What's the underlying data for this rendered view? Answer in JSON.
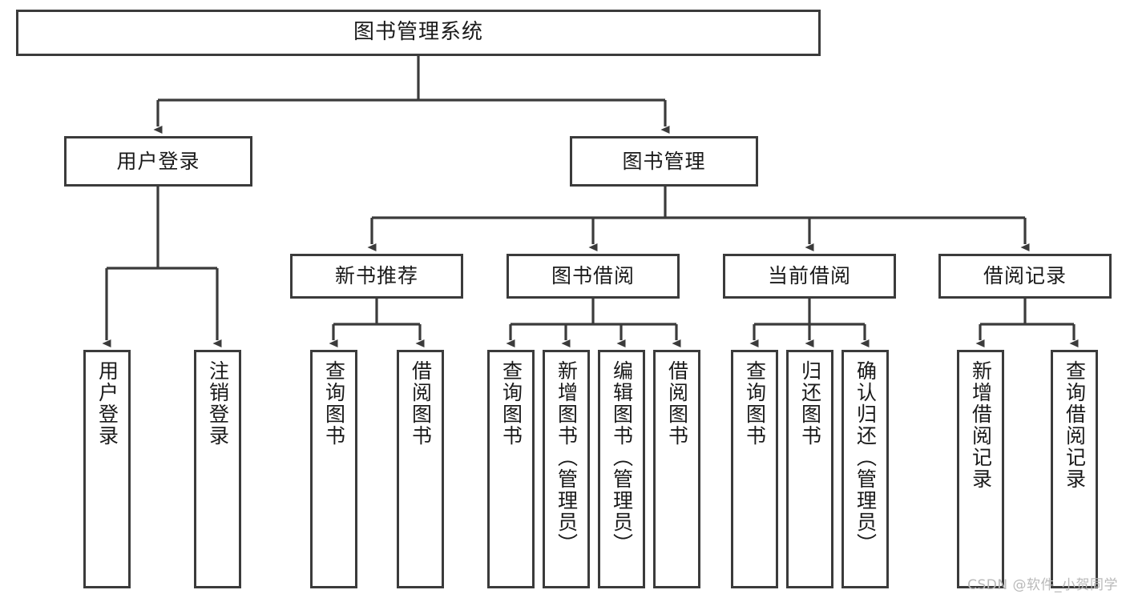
{
  "diagram": {
    "title": "图书管理系统",
    "type": "tree",
    "watermark": "CSDN @软件_小贺同学",
    "colors": {
      "stroke": "#3b3b3b",
      "fill": "#ffffff",
      "text": "#1a1a1a",
      "watermark": "#b9b9b9"
    },
    "root": {
      "label": "图书管理系统"
    },
    "level2": [
      {
        "id": "user-login",
        "label": "用户登录"
      },
      {
        "id": "book-manage",
        "label": "图书管理"
      }
    ],
    "level3": [
      {
        "id": "new-book-recommend",
        "label": "新书推荐",
        "parent": "book-manage"
      },
      {
        "id": "book-borrow",
        "label": "图书借阅",
        "parent": "book-manage"
      },
      {
        "id": "current-borrow",
        "label": "当前借阅",
        "parent": "book-manage"
      },
      {
        "id": "borrow-record",
        "label": "借阅记录",
        "parent": "book-manage"
      }
    ],
    "leaves": [
      {
        "id": "leaf-user-login",
        "label": "用户登录",
        "parent": "user-login"
      },
      {
        "id": "leaf-logout-login",
        "label": "注销登录",
        "parent": "user-login"
      },
      {
        "id": "leaf-query-book-1",
        "label": "查询图书",
        "parent": "new-book-recommend"
      },
      {
        "id": "leaf-borrow-book-1",
        "label": "借阅图书",
        "parent": "new-book-recommend"
      },
      {
        "id": "leaf-query-book-2",
        "label": "查询图书",
        "parent": "book-borrow"
      },
      {
        "id": "leaf-add-book",
        "label": "新增图书（管理员）",
        "parent": "book-borrow"
      },
      {
        "id": "leaf-edit-book",
        "label": "编辑图书（管理员）",
        "parent": "book-borrow"
      },
      {
        "id": "leaf-borrow-book-2",
        "label": "借阅图书",
        "parent": "book-borrow"
      },
      {
        "id": "leaf-query-book-3",
        "label": "查询图书",
        "parent": "current-borrow"
      },
      {
        "id": "leaf-return-book",
        "label": "归还图书",
        "parent": "current-borrow"
      },
      {
        "id": "leaf-confirm-return",
        "label": "确认归还（管理员）",
        "parent": "current-borrow"
      },
      {
        "id": "leaf-add-record",
        "label": "新增借阅记录",
        "parent": "borrow-record"
      },
      {
        "id": "leaf-query-record",
        "label": "查询借阅记录",
        "parent": "borrow-record"
      }
    ]
  }
}
